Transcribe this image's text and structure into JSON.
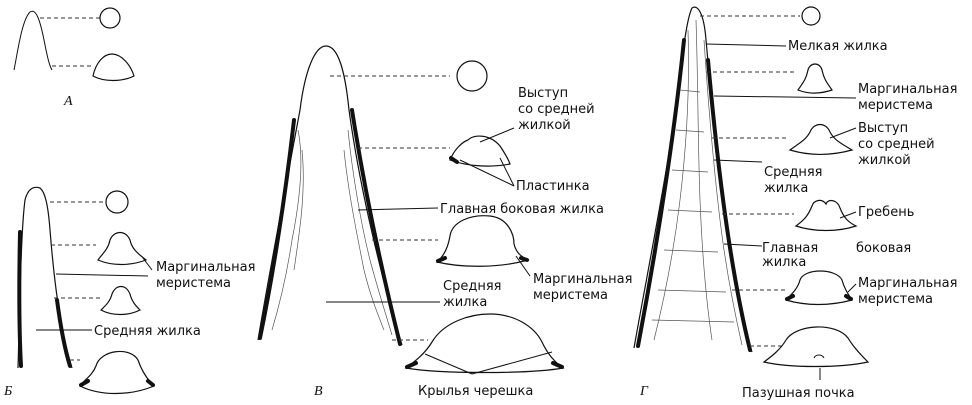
{
  "panels": {
    "a": "А",
    "b": "Б",
    "v": "В",
    "g": "Г"
  },
  "labels": {
    "b_marginal_1": "Маргинальная",
    "b_marginal_2": "меристема",
    "b_midrib": "Средняя жилка",
    "v_ledge_1": "Выступ",
    "v_ledge_2": "со средней",
    "v_ledge_3": "жилкой",
    "v_blade": "Пластинка",
    "v_main_lateral": "Главная боковая жилка",
    "v_midrib_1": "Средняя",
    "v_midrib_2": "жилка",
    "v_marginal_1": "Маргинальная",
    "v_marginal_2": "меристема",
    "v_wings": "Крылья черешка",
    "g_small_vein": "Мелкая жилка",
    "g_marginal_1": "Маргинальная",
    "g_marginal_2": "меристема",
    "g_ledge_1": "Выступ",
    "g_ledge_2": "со средней",
    "g_ledge_3": "жилкой",
    "g_midrib_1": "Средняя",
    "g_midrib_2": "жилка",
    "g_crest": "Гребень",
    "g_main_lat_1": "Главная",
    "g_main_lat_2": "боковая",
    "g_main_lat_3": "жилка",
    "g_marginal2_1": "Маргинальная",
    "g_marginal2_2": "меристема",
    "g_bud": "Пазушная почка"
  },
  "colors": {
    "ink": "#111111",
    "paper": "#ffffff"
  }
}
